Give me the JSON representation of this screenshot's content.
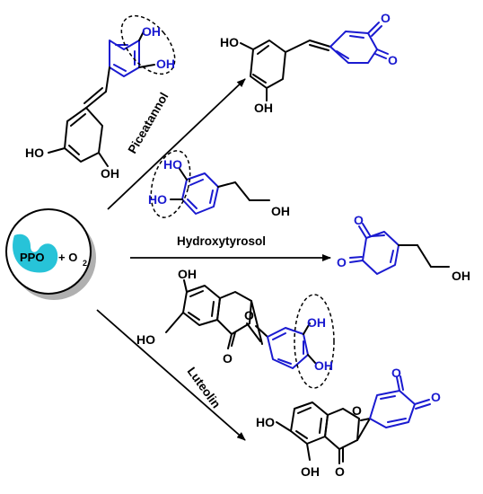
{
  "enzyme": {
    "name": "PPO",
    "plus": "+ O",
    "sub": "2"
  },
  "reactions": [
    {
      "name": "Piceatannol"
    },
    {
      "name": "Hydroxytyrosol"
    },
    {
      "name": "Luteolin"
    }
  ],
  "atoms": {
    "oh": "OH",
    "ho": "HO",
    "o": "O"
  },
  "colors": {
    "highlight": "#1a1ad0",
    "enzyme": "#27c3d8",
    "shadow": "#b0b0b0"
  }
}
